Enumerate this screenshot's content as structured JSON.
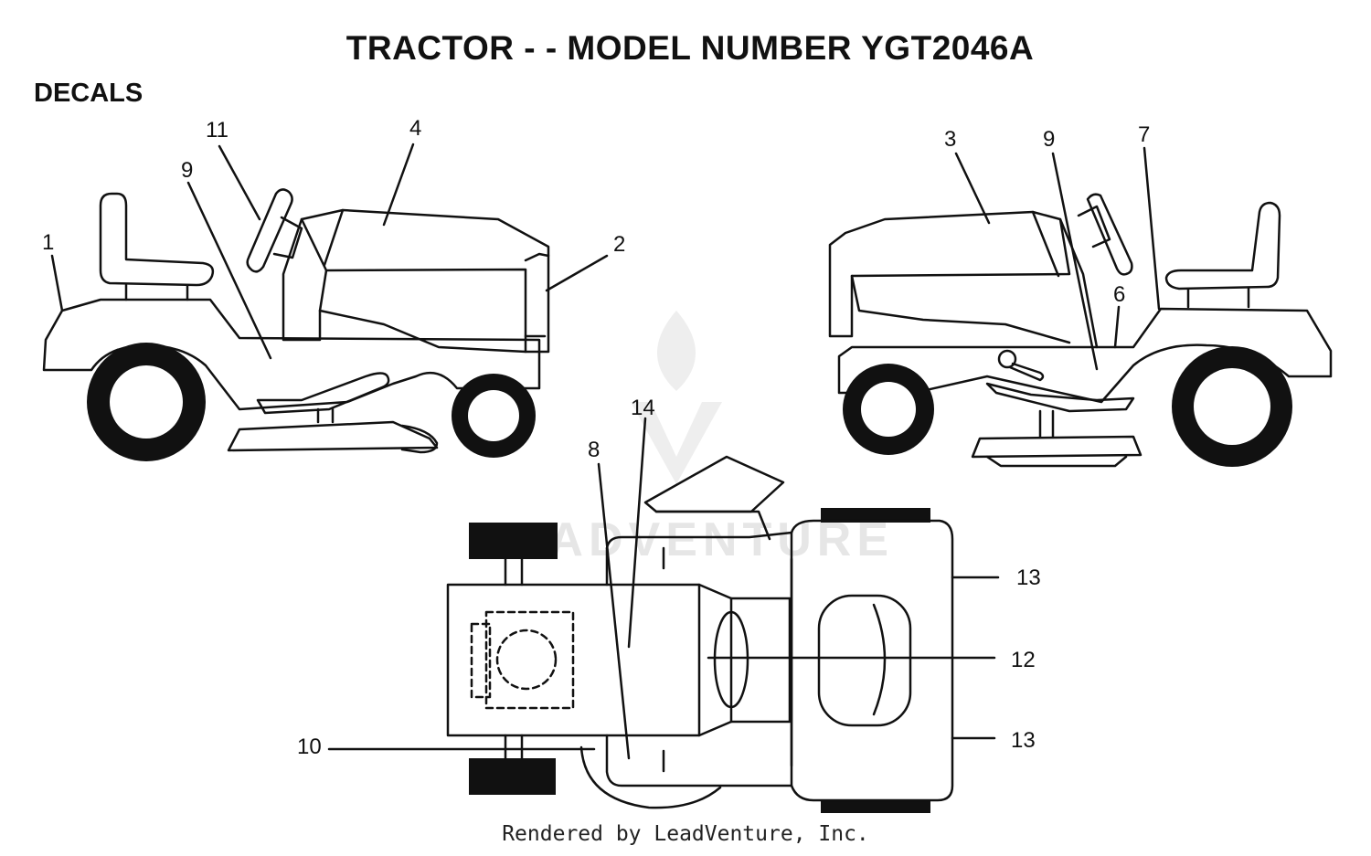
{
  "title": "TRACTOR - - MODEL NUMBER YGT2046A",
  "section_label": "DECALS",
  "footer": "Rendered by LeadVenture, Inc.",
  "watermark": "LEADVENTURE",
  "callouts": {
    "c1": "1",
    "c11": "11",
    "c9_left": "9",
    "c4": "4",
    "c2": "2",
    "c3": "3",
    "c9_right": "9",
    "c7": "7",
    "c6": "6",
    "c14": "14",
    "c8": "8",
    "c13_top": "13",
    "c12": "12",
    "c10": "10",
    "c13_bottom": "13"
  },
  "colors": {
    "line": "#111111",
    "tire": "#111111",
    "watermark": "#e6e6e6"
  }
}
